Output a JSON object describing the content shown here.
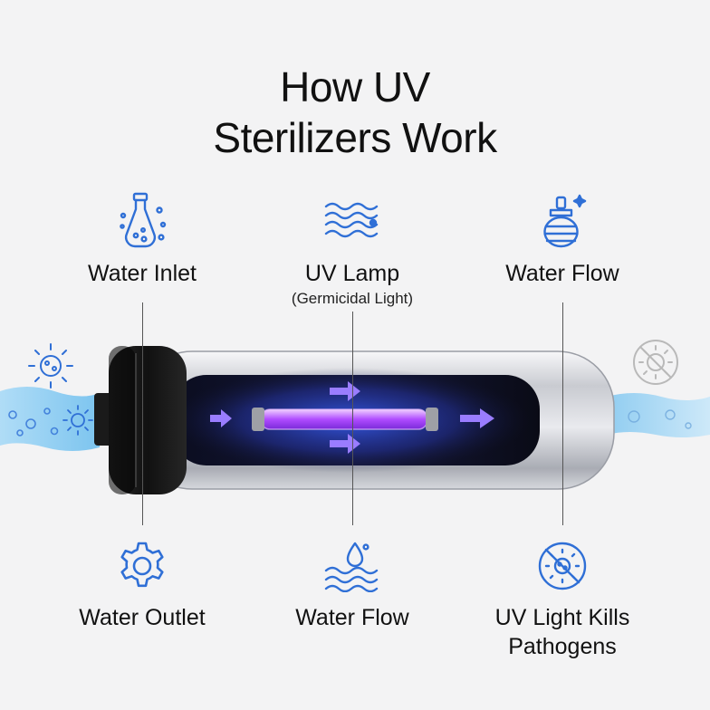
{
  "title": {
    "line1": "How UV",
    "line2": "Sterilizers Work"
  },
  "top_labels": {
    "inlet": "Water Inlet",
    "lamp": "UV Lamp",
    "lamp_sub": "(Germicidal Light)",
    "flow": "Water Flow"
  },
  "bottom_labels": {
    "outlet": "Water Outlet",
    "flow": "Water Flow",
    "kills_line1": "UV Light Kills",
    "kills_line2": "Pathogens"
  },
  "colors": {
    "icon_blue": "#2f6fd6",
    "uv_purple": "#b04cff",
    "water_blue": "#8fd0f5",
    "cap_black": "#1c1c1c",
    "arrow_violet": "#9a7dff"
  },
  "icons": {
    "inlet": "bottle-bubbles-icon",
    "lamp": "waves-icon",
    "flow_top": "flask-sparkle-icon",
    "outlet": "gear-icon",
    "flow_bottom": "droplet-waves-icon",
    "kills": "crossed-germ-icon",
    "left_germ": "germ-icon",
    "right_crossed": "crossed-germ-icon"
  }
}
